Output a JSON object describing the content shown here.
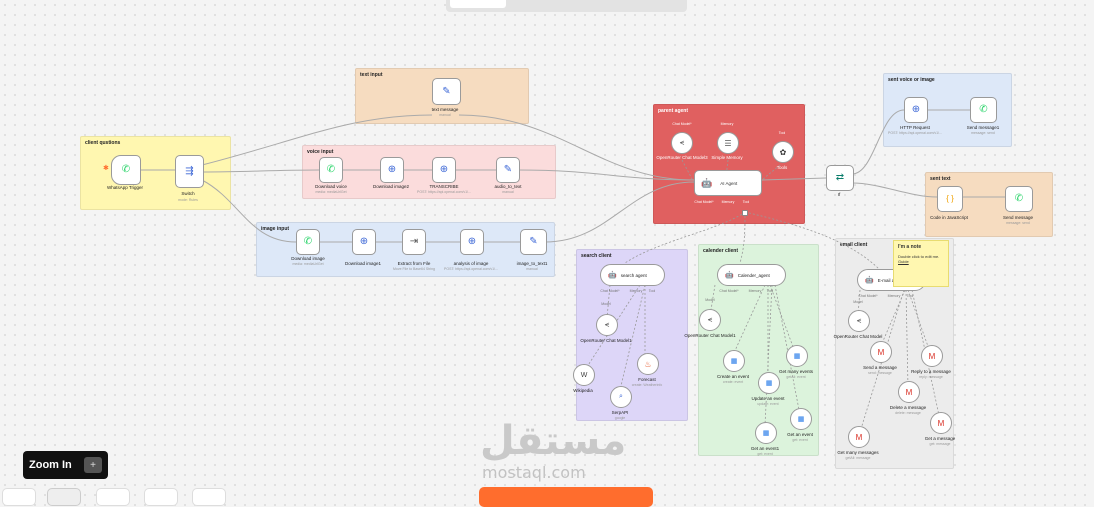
{
  "groups": {
    "client": "client qustions",
    "text_input": "text input",
    "voice_input": "voice input",
    "image_input": "image input",
    "parent_agent": "parent agent",
    "send_voice_image": "sent voice or image",
    "sent_text": "sent text",
    "search_client": "search client",
    "calender_client": "calender client",
    "email_client": "email client"
  },
  "nodes": {
    "whatsapp_trigger": {
      "label": "WhatsApp Trigger"
    },
    "switch": {
      "label": "Switch",
      "sub": "mode: Rules"
    },
    "text_message": {
      "label": "text message",
      "sub": "manual"
    },
    "download_voice": {
      "label": "Download voice",
      "sub": "media: mediaUrlGet"
    },
    "download_image2": {
      "label": "Download image2"
    },
    "transcribe": {
      "label": "TRANSCRIBE",
      "sub": "POST: https://api.openai.com/v1/..."
    },
    "audio_to_text": {
      "label": "audio_to_text",
      "sub": "manual"
    },
    "download_image": {
      "label": "Download image",
      "sub": "media: mediaUrlGet"
    },
    "download_image1": {
      "label": "Download image1"
    },
    "extract_from_file": {
      "label": "Extract from File",
      "sub": "Move File to Base64 String"
    },
    "analysis_of_image": {
      "label": "analysis of image",
      "sub": "POST: https://api.openai.com/v1/..."
    },
    "image_to_text": {
      "label": "image_to_text1",
      "sub": "manual"
    },
    "openrouter_parent": {
      "label": "OpenRouter Chat Model3",
      "tag": "Chat Model*"
    },
    "simple_memory": {
      "label": "Simple Memory",
      "tag": "Memory"
    },
    "ai_agent": {
      "label": "AI Agent",
      "tag_l": "Chat Model*",
      "tag_m": "Memory",
      "tag_r": "Tool"
    },
    "tools": {
      "label": "Tools",
      "tag": "Tool"
    },
    "if_node": {
      "label": "If"
    },
    "http_request": {
      "label": "HTTP Request",
      "sub": "POST: https://api.openai.com/v1/..."
    },
    "send_message1": {
      "label": "Send message1",
      "sub": "message: send"
    },
    "code_js": {
      "label": "Code in JavaScript",
      "icon": "{ }"
    },
    "send_message": {
      "label": "Send message",
      "sub": "message: send"
    },
    "search_agent": {
      "label": "search agent",
      "tag_l": "Chat Model*",
      "tag_m": "Memory",
      "tag_r": "Tool"
    },
    "openrouter_search": {
      "label": "OpenRouter Chat Model1",
      "tag": "Model"
    },
    "wikipedia": {
      "label": "Wikipedia"
    },
    "forecast": {
      "label": "Forecast",
      "sub": "create: Weatherinfo"
    },
    "serpapi": {
      "label": "SerpAPI",
      "sub": "google"
    },
    "calender_agent": {
      "label": "Calender_agent",
      "tag_l": "Chat Model*",
      "tag_m": "Memory",
      "tag_r": "Tool"
    },
    "openrouter_cal": {
      "label": "OpenRouter Chat Model1",
      "tag": "Model"
    },
    "create_event": {
      "label": "Create an event",
      "sub": "create: event"
    },
    "update_event": {
      "label": "Update an event",
      "sub": "update: event"
    },
    "get_many_events": {
      "label": "Get many events",
      "sub": "getAll: event"
    },
    "get_event1": {
      "label": "Get an event1",
      "sub": "get: event"
    },
    "get_event": {
      "label": "Get an event",
      "sub": "get: event"
    },
    "email_agent": {
      "label": "E-mail agent",
      "tag_l": "Chat Model*",
      "tag_m": "Memory",
      "tag_r": "Tool"
    },
    "openrouter_email": {
      "label": "OpenRouter Chat Model",
      "tag": "Model"
    },
    "send_a_message": {
      "label": "Send a message",
      "sub": "send: message"
    },
    "reply_to_message": {
      "label": "Reply to a message",
      "sub": "reply: message"
    },
    "delete_message": {
      "label": "Delete a message",
      "sub": "delete: message"
    },
    "get_many_messages": {
      "label": "Get many messages",
      "sub": "getAll: message"
    },
    "get_a_message": {
      "label": "Get a message",
      "sub": "get: message"
    }
  },
  "sticky": {
    "title": "I'm a note",
    "text": "Double click to edit me.",
    "link": "Guide"
  },
  "zoom_tooltip": {
    "label": "Zoom In",
    "key": "+"
  },
  "watermark": {
    "arabic": "مستقل",
    "latin": "mostaql.com"
  },
  "colors": {
    "yellow_group": "#fff7b0",
    "orange_group": "#f6dcc0",
    "pink_group": "#fbdcdc",
    "blue_group": "#dde8f8",
    "red_group": "#e06060",
    "purple_group": "#ddd6f8",
    "green_group": "#dcf3dc",
    "gray_group": "#ececec",
    "whatsapp": "#25d366",
    "accent": "#ff6d2d"
  }
}
